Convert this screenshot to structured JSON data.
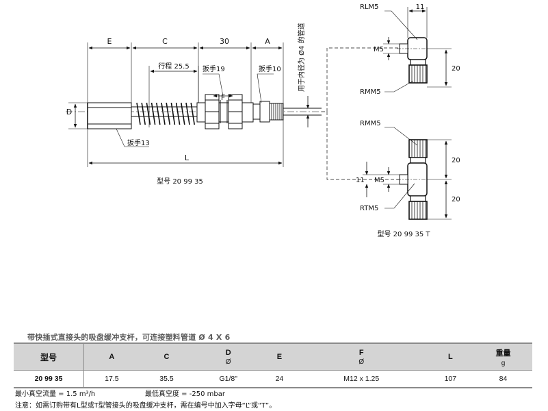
{
  "drawing": {
    "dim_e": "E",
    "dim_c": "C",
    "dim_30": "30",
    "dim_a": "A",
    "dim_d": "D",
    "dim_f": "F",
    "dim_l": "L",
    "stroke_label": "行程 25.5",
    "wrench19": "扳手19",
    "wrench10": "扳手10",
    "wrench13": "扳手13",
    "tube_note": "用于内径为 Ø4 的管道",
    "model_left": "型号 20 99 35",
    "rlm5": "RLM5",
    "rmm5_top": "RMM5",
    "rmm5_mid": "RMM5",
    "rtm5": "RTM5",
    "dim_11_top": "11",
    "dim_m5_top": "M5",
    "dim_20_top": "20",
    "dim_20_mid": "20",
    "dim_20_bot": "20",
    "dim_11_bot": "11",
    "dim_m5_bot": "M5",
    "model_right": "型号 20 99 35 T"
  },
  "table": {
    "caption": "带快插式直接头的吸盘缓冲支杆，可连接塑料管道 Ø 4 X 6",
    "headers": [
      {
        "label": "型号",
        "sub": ""
      },
      {
        "label": "A",
        "sub": ""
      },
      {
        "label": "C",
        "sub": ""
      },
      {
        "label": "D",
        "sub": "Ø"
      },
      {
        "label": "E",
        "sub": ""
      },
      {
        "label": "F",
        "sub": "Ø"
      },
      {
        "label": "L",
        "sub": ""
      },
      {
        "label": "重量",
        "sub": "g"
      }
    ],
    "row": [
      "20 99 35",
      "17.5",
      "35.5",
      "G1/8\"",
      "24",
      "M12 x 1.25",
      "107",
      "84"
    ]
  },
  "notes": {
    "min_flow": "最小真空流量 = 1.5 m³/h",
    "min_vacuum": "最低真空度 = -250 mbar",
    "order_note": "注意：如需订购带有L型或T型管接头的吸盘缓冲支杆，需在编号中加入字母“L”或“T”。"
  }
}
